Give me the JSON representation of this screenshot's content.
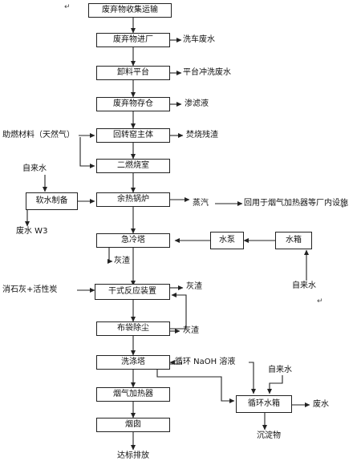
{
  "boxes": {
    "waste_collection": "废弃物收集运输",
    "waste_entry": "废弃物进厂",
    "unloading_platform": "卸料平台",
    "waste_storage": "废弃物存仓",
    "rotary_kiln": "回转窑主体",
    "secondary_chamber": "二燃烧室",
    "waste_heat_boiler": "余热锅炉",
    "soft_water_prep": "软水制备",
    "quench_tower": "急冷塔",
    "water_pump": "水泵",
    "water_tank": "水箱",
    "dry_reactor": "干式反应装置",
    "bag_filter": "布袋除尘",
    "washing_tower": "洗涤塔",
    "flue_gas_heater": "烟气加热器",
    "circulating_tank": "循环水箱",
    "chimney": "烟囱"
  },
  "labels": {
    "vehicle_wash_water": "洗车废水",
    "platform_wash_water": "平台冲洗废水",
    "leachate": "渗滤液",
    "slag": "焚烧残渣",
    "aux_fuel": "助燃材料（天然气）",
    "tap_water_1": "自来水",
    "waste_water_w3": "废水 W3",
    "steam": "蒸汽",
    "steam_use": "回用于烟气加热器等厂内设施",
    "ash_1": "灰渣",
    "tap_water_2": "自来水",
    "lime_carbon": "消石灰+活性炭",
    "ash_2": "灰渣",
    "ash_3": "灰渣",
    "naoh": "循环 NaOH 溶液",
    "tap_water_3": "自来水",
    "waste_water": "废水",
    "sediment": "沉淀物",
    "discharge": "达标排放"
  }
}
